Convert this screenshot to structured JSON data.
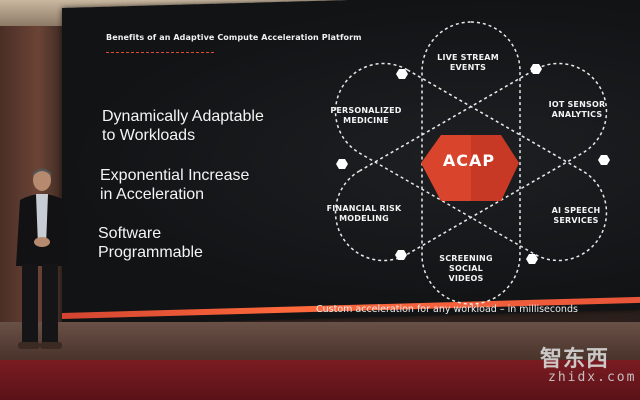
{
  "slide": {
    "title": "Benefits of an Adaptive Compute Acceleration Platform",
    "bullets": [
      {
        "line1": "Dynamically Adaptable",
        "line2": "to Workloads"
      },
      {
        "line1": "Exponential Increase",
        "line2": "in Acceleration"
      },
      {
        "line1": "Software",
        "line2": "Programmable"
      }
    ],
    "center_label": "ACAP",
    "nodes": {
      "live_stream": {
        "line1": "LIVE STREAM",
        "line2": "EVENTS"
      },
      "iot_sensor": {
        "line1": "IOT SENSOR",
        "line2": "ANALYTICS"
      },
      "ai_speech": {
        "line1": "AI SPEECH",
        "line2": "SERVICES"
      },
      "screening": {
        "line1": "SCREENING",
        "line2": "SOCIAL",
        "line3": "VIDEOS"
      },
      "financial": {
        "line1": "FINANCIAL RISK",
        "line2": "MODELING"
      },
      "personalized": {
        "line1": "PERSONALIZED",
        "line2": "MEDICINE"
      }
    },
    "caption": "Custom acceleration for any workload – in milliseconds",
    "accent_color": "#e8452f"
  },
  "watermark": {
    "cn": "智东西",
    "url": "zhidx.com"
  }
}
